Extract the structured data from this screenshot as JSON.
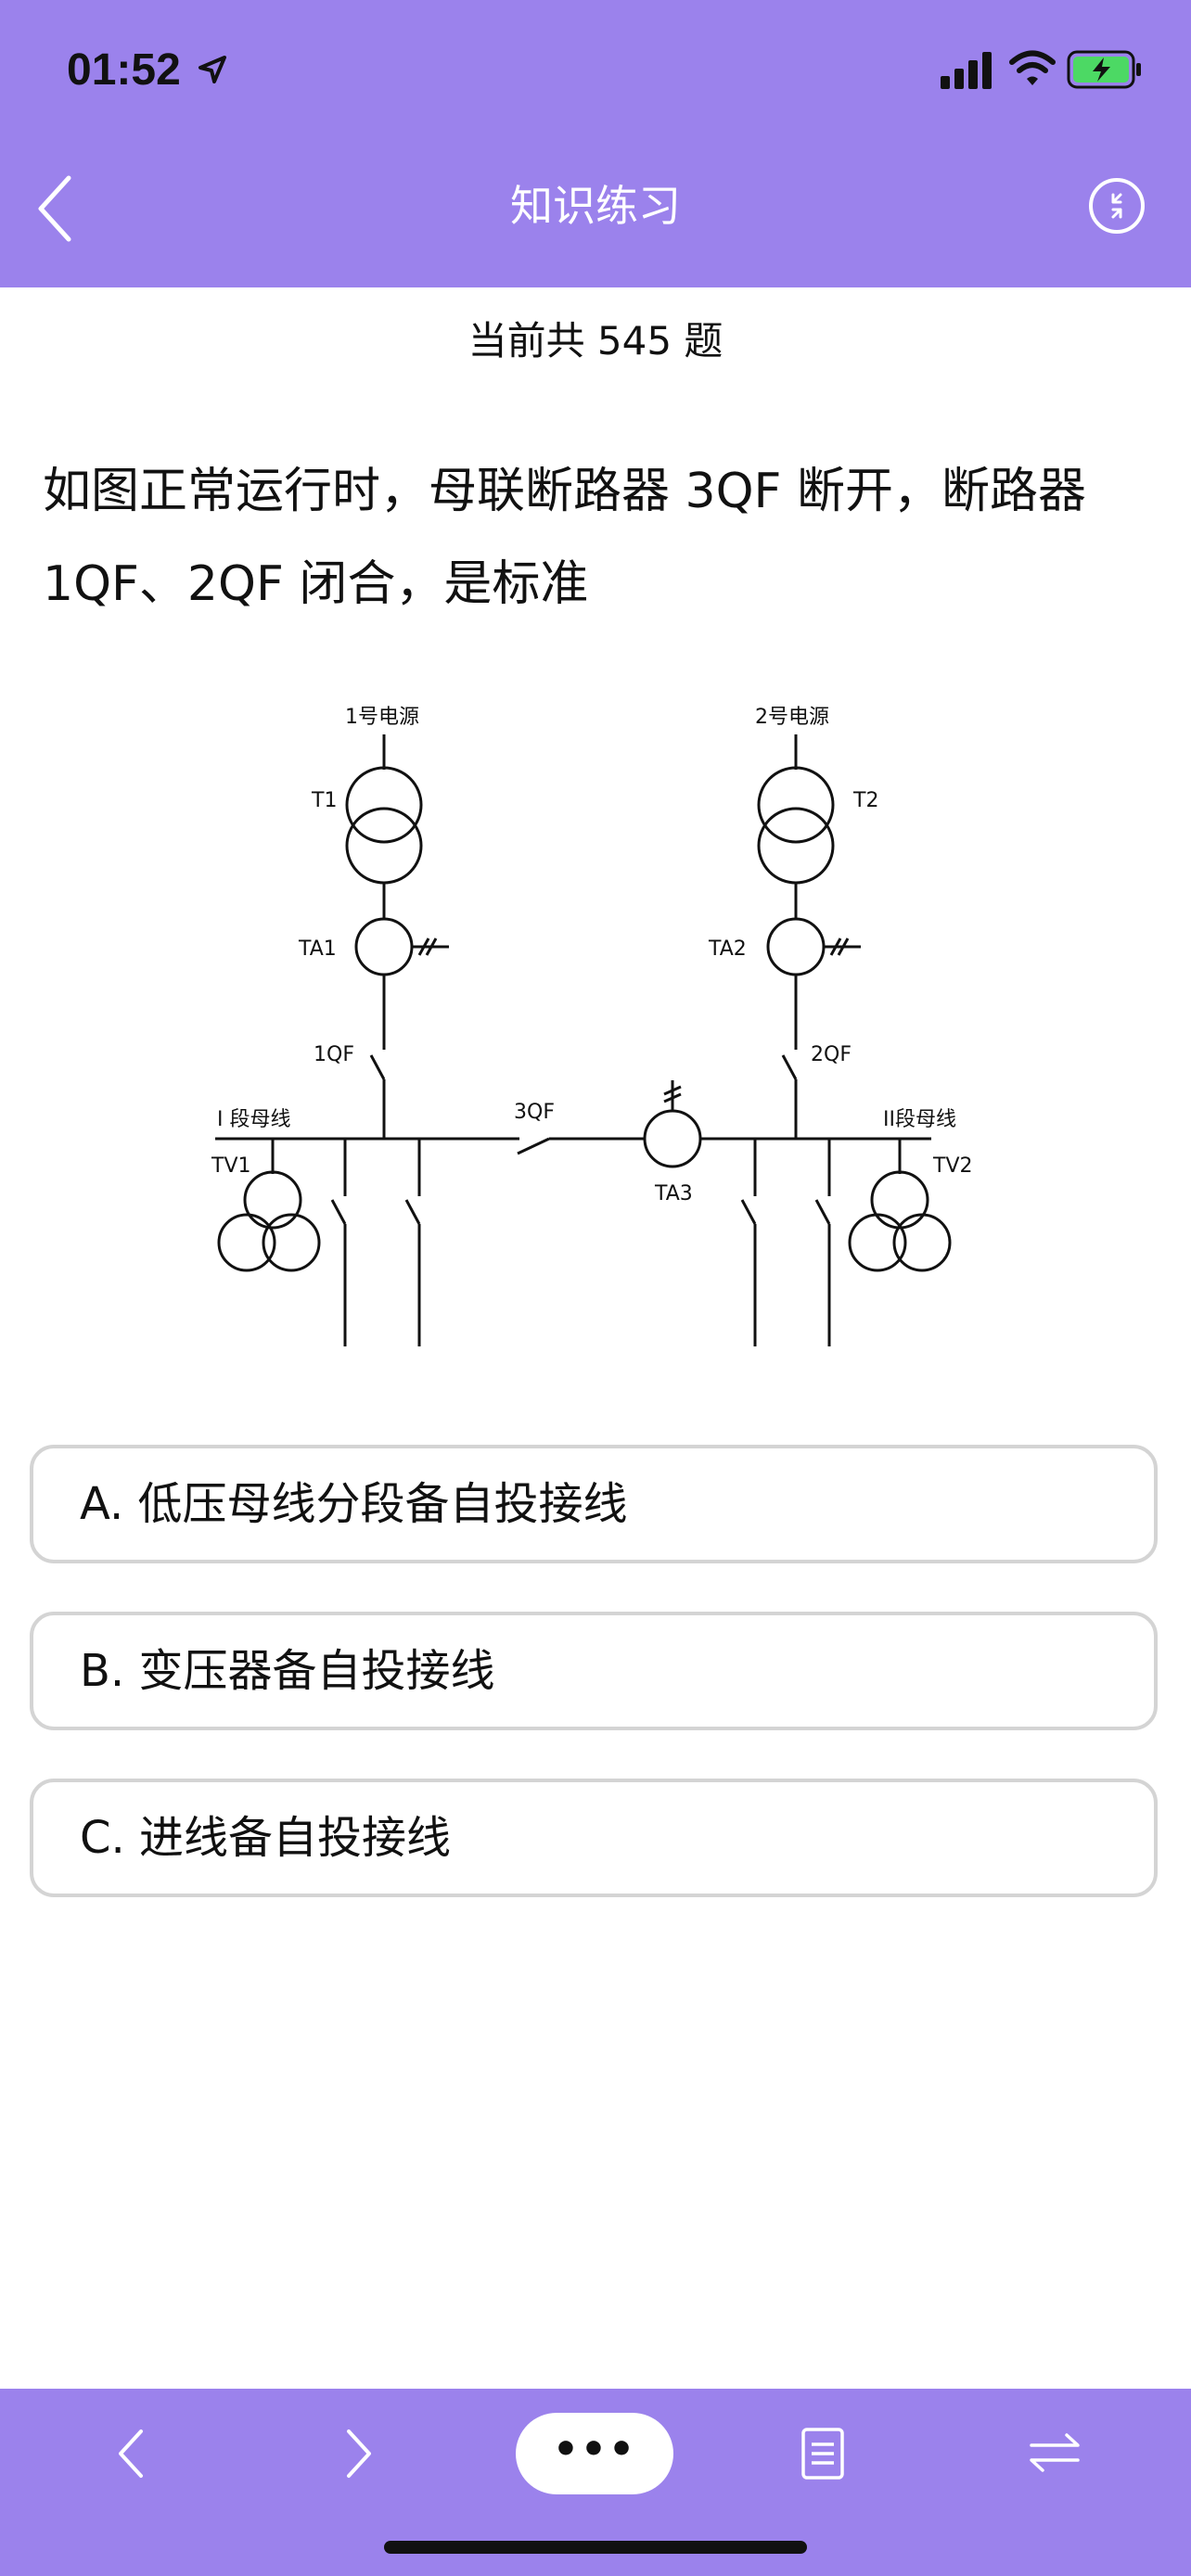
{
  "status_bar": {
    "time": "01:52",
    "icons": [
      "location-arrow-icon",
      "signal-bars-icon",
      "wifi-icon",
      "battery-charging-icon"
    ],
    "battery_color": "#4cd964"
  },
  "header": {
    "title": "知识练习",
    "background": "#9b82ec",
    "back_icon": "chevron-left-icon",
    "exit_icon": "exit-circle-icon"
  },
  "question": {
    "count_text": "当前共 545 题",
    "text_line1": "如图正常运行时，母联断路器 3QF 断开，断路器",
    "text_line2": "1QF、2QF 闭合，是标准"
  },
  "diagram": {
    "labels": {
      "source1": "1号电源",
      "source2": "2号电源",
      "t1": "T1",
      "t2": "T2",
      "ta1": "TA1",
      "ta2": "TA2",
      "qf1": "1QF",
      "qf2": "2QF",
      "qf3": "3QF",
      "bus1": "I 段母线",
      "bus2": "II段母线",
      "tv1": "TV1",
      "tv2": "TV2",
      "ta3": "TA3"
    }
  },
  "options": [
    {
      "label": "A. 低压母线分段备自投接线"
    },
    {
      "label": "B. 变压器备自投接线"
    },
    {
      "label": "C. 进线备自投接线"
    }
  ],
  "bottom_bar": {
    "more_label": "•••",
    "icons": [
      "prev-icon",
      "next-icon",
      "more-icon",
      "answer-sheet-icon",
      "switch-icon"
    ]
  }
}
